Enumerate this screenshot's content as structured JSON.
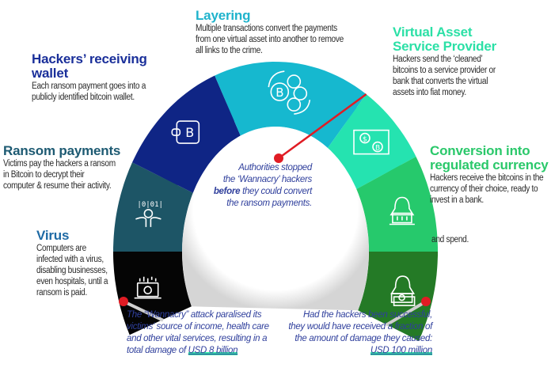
{
  "colors": {
    "virus": "#050505",
    "ransom_payments": "#1d5566",
    "receiving_wallet": "#0f2585",
    "layering": "#16b8cf",
    "vasp": "#25e3b0",
    "conversion": "#26c96c",
    "spend": "#247a26",
    "marker": "#e01c24",
    "note_text": "#2f3f9c",
    "highlight": "#35e6a8"
  },
  "stages": [
    {
      "id": "virus",
      "title": "Virus",
      "title_color": "#1e6aa5",
      "lines": [
        "Computers are",
        "infected with a virus,",
        "disabling businesses,",
        "even hospitals, until a",
        "ransom is paid."
      ],
      "icon": "infected-laptop-skull-icon"
    },
    {
      "id": "ransom_payments",
      "title": "Ransom payments",
      "title_color": "#1d5a72",
      "lines": [
        "Victims pay the hackers a ransom",
        "in Bitcoin to decrypt their",
        "computer & resume their activity."
      ],
      "icon": "hacker-binary-code-icon"
    },
    {
      "id": "receiving_wallet",
      "title_lines": [
        "Hackers’ receiving",
        "wallet"
      ],
      "title_color": "#1a2f9a",
      "lines": [
        "Each ransom payment goes into a",
        "publicly identified bitcoin wallet."
      ],
      "icon": "bitcoin-wallet-icon"
    },
    {
      "id": "layering",
      "title": "Layering",
      "title_color": "#1fb3cc",
      "lines": [
        "Multiple transactions convert the payments",
        "from one virtual asset into another to remove",
        "all links to the crime."
      ],
      "icon": "crypto-exchange-cycle-icon"
    },
    {
      "id": "vasp",
      "title_lines": [
        "Virtual Asset",
        "Service Provider"
      ],
      "title_color": "#2be0a6",
      "lines": [
        "Hackers send the ‘cleaned’",
        "bitcoins to a service provider or",
        "bank that converts the virtual",
        "assets into fiat money."
      ],
      "icon": "dollar-bitcoin-exchange-icon"
    },
    {
      "id": "conversion",
      "title_lines": [
        "Conversion into",
        "regulated currency"
      ],
      "title_color": "#2ac86a",
      "lines": [
        "Hackers receive the bitcoins in the",
        "currency of their choice, ready to",
        "invest in a bank."
      ],
      "icon": "hacker-bank-laptop-icon"
    },
    {
      "id": "spend",
      "lines": [
        "and spend."
      ],
      "icon": "hacker-cash-icon"
    }
  ],
  "notes": {
    "center": {
      "line1": "Authorities stopped",
      "line2": "the ‘Wannacry’ hackers",
      "bold": "before",
      "line3_rest": " they could convert",
      "line4": "the ransom payments."
    },
    "left": {
      "lines": [
        "The “Wannacry” attack paralised its",
        "victims’ source of income, health care",
        "and other vital services, resulting in a"
      ],
      "last_prefix": "total damage of ",
      "amount": "USD 8 billion"
    },
    "right": {
      "lines": [
        "Had the hackers been successful,",
        "they would have received a fraction of",
        "the amount of damage they caused:"
      ],
      "amount": "USD 100 million"
    }
  }
}
